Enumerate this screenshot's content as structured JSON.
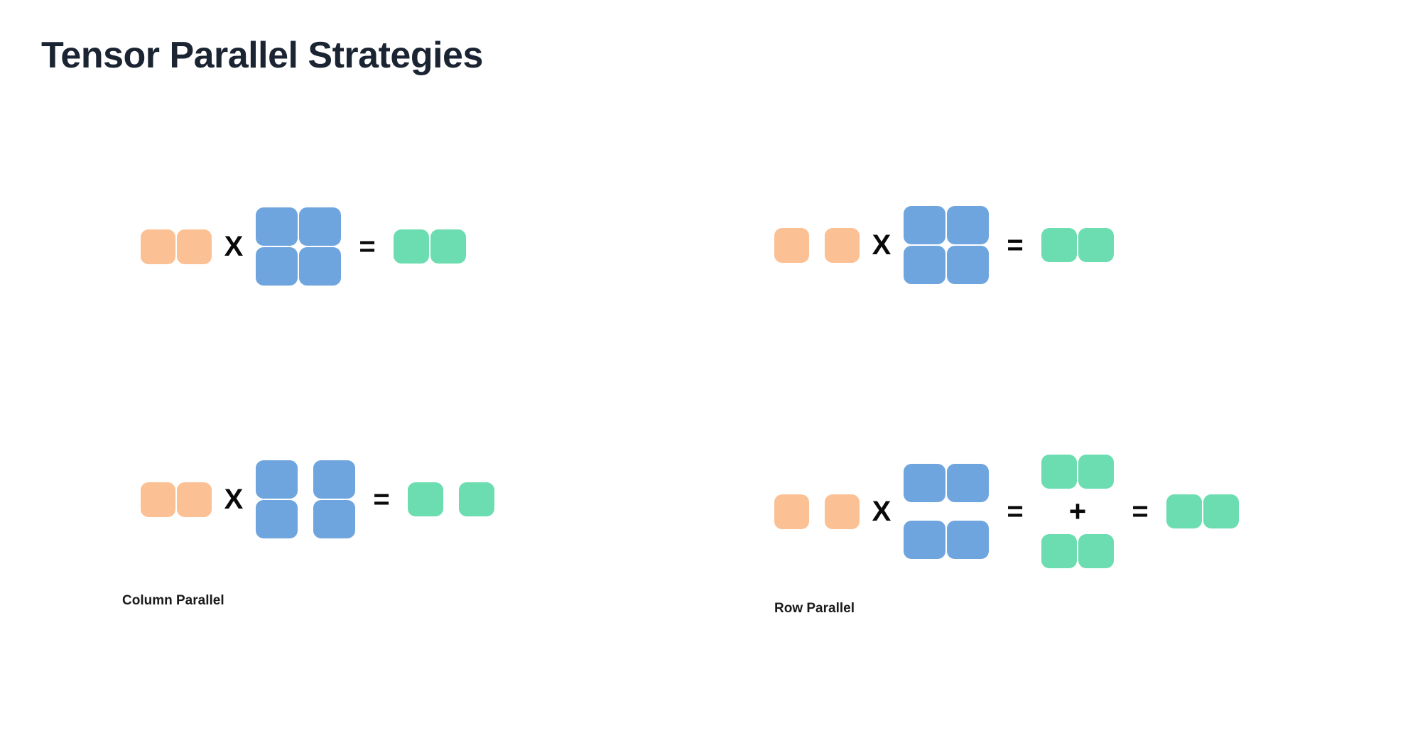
{
  "page": {
    "title": "Tensor Parallel Strategies",
    "background": "#ffffff"
  },
  "colors": {
    "title": "#1b2432",
    "input_orange": "#fbc093",
    "weight_blue": "#6fa5de",
    "output_green": "#6bddb0",
    "operator": "#0a0a0a"
  },
  "operators": {
    "multiply": "X",
    "equals": "=",
    "plus": "+"
  },
  "labels": {
    "column_parallel": "Column Parallel",
    "row_parallel": "Row Parallel"
  },
  "diagrams": [
    {
      "id": "full-matmul-left",
      "position": "top-left",
      "description": "Unsharded matrix multiplication",
      "input": {
        "color": "orange",
        "rows": 1,
        "cols": 2,
        "split": "none"
      },
      "weight": {
        "color": "blue",
        "rows": 2,
        "cols": 2,
        "split": "none"
      },
      "output": {
        "color": "green",
        "rows": 1,
        "cols": 2,
        "split": "none"
      }
    },
    {
      "id": "column-parallel",
      "position": "bottom-left",
      "description": "Weight matrix sharded by columns, output sharded by columns",
      "input": {
        "color": "orange",
        "rows": 1,
        "cols": 2,
        "split": "none"
      },
      "weight": {
        "color": "blue",
        "rows": 2,
        "cols": 2,
        "split": "columns"
      },
      "output": {
        "color": "green",
        "rows": 1,
        "cols": 2,
        "split": "columns"
      }
    },
    {
      "id": "full-matmul-right",
      "position": "top-right",
      "description": "Unsharded matrix multiplication with split input",
      "input": {
        "color": "orange",
        "rows": 1,
        "cols": 2,
        "split": "columns"
      },
      "weight": {
        "color": "blue",
        "rows": 2,
        "cols": 2,
        "split": "none"
      },
      "output": {
        "color": "green",
        "rows": 1,
        "cols": 2,
        "split": "none"
      }
    },
    {
      "id": "row-parallel",
      "position": "bottom-right",
      "description": "Weight matrix sharded by rows, partial outputs summed via all-reduce",
      "input": {
        "color": "orange",
        "rows": 1,
        "cols": 2,
        "split": "columns"
      },
      "weight": {
        "color": "blue",
        "rows": 2,
        "cols": 2,
        "split": "rows"
      },
      "partials": [
        {
          "color": "green",
          "rows": 1,
          "cols": 2
        },
        {
          "color": "green",
          "rows": 1,
          "cols": 2
        }
      ],
      "output": {
        "color": "green",
        "rows": 1,
        "cols": 2,
        "split": "none"
      }
    }
  ]
}
